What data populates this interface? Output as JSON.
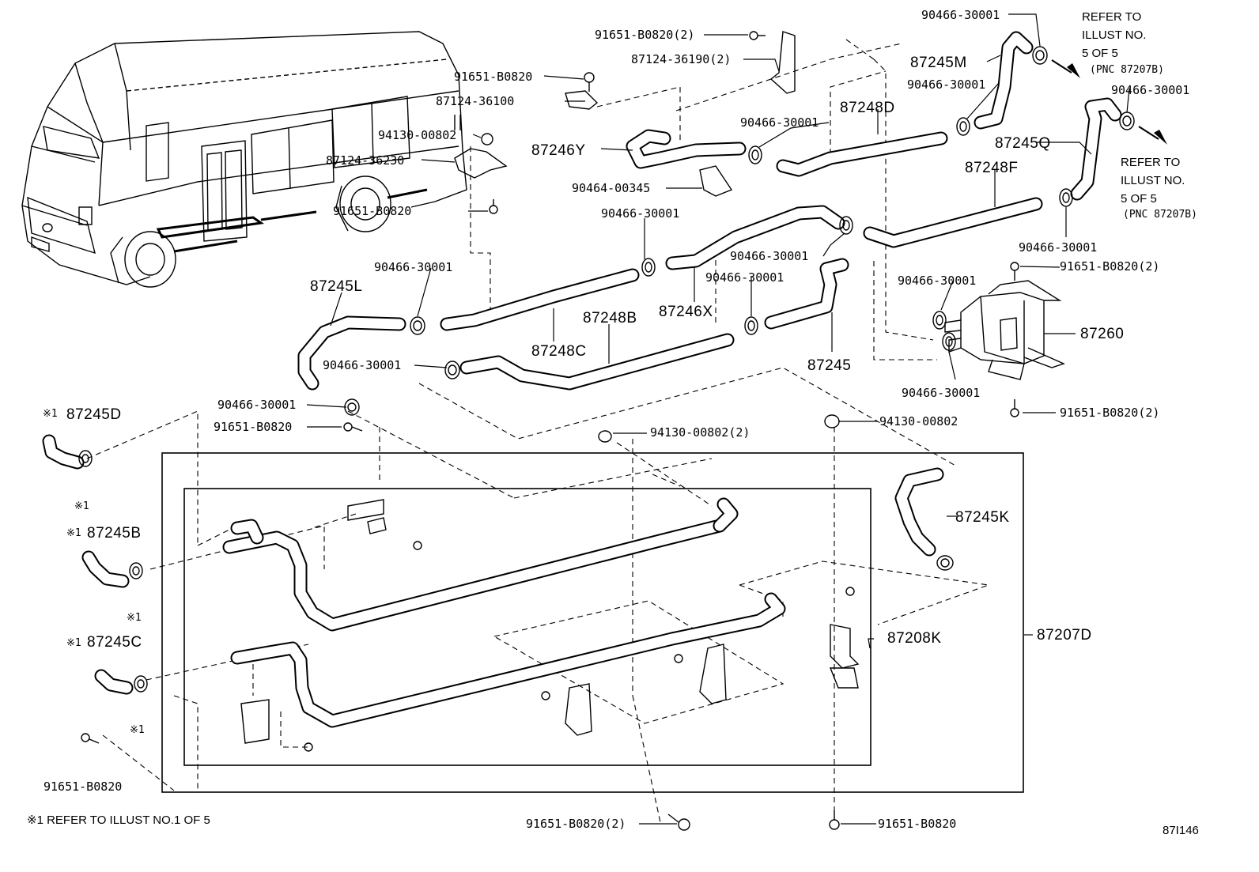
{
  "labels": {
    "p90466_top": "90466-30001",
    "refer_top_1": "REFER TO",
    "refer_top_2": "ILLUST NO.",
    "refer_top_3": "5 OF 5",
    "refer_top_4": "(PNC 87207B)",
    "p91651_b0820_2_top": "91651-B0820(2)",
    "p87124_36190": "87124-36190(2)",
    "p87245M": "87245M",
    "p90466_m": "90466-30001",
    "p90466_q": "90466-30001",
    "refer_mid_1": "REFER TO",
    "refer_mid_2": "ILLUST NO.",
    "refer_mid_3": "5 OF 5",
    "refer_mid_4": "(PNC 87207B)",
    "p91651_b0820_a": "91651-B0820",
    "p87124_36100": "87124-36100",
    "p87248D": "87248D",
    "p90466_d": "90466-30001",
    "p94130_00802_a": "94130-00802",
    "p87245Q": "87245Q",
    "p87246Y": "87246Y",
    "p87124_36230": "87124-36230",
    "p87248F": "87248F",
    "p90464_00345": "90464-00345",
    "p91651_b0820_b": "91651-B0820",
    "p90466_x": "90466-30001",
    "p90466_f": "90466-30001",
    "p91651_b0820_2_r": "91651-B0820(2)",
    "p90466_c1": "90466-30001",
    "p90466_87245": "90466-30001",
    "p87245L": "87245L",
    "p90466_l": "90466-30001",
    "p87246X": "87246X",
    "p87248B": "87248B",
    "p90466_r1": "90466-30001",
    "p87260": "87260",
    "p87248C": "87248C",
    "p87245": "87245",
    "p90466_b": "90466-30001",
    "p90466_r2": "90466-30001",
    "p87245D": "87245D",
    "p90466_lower": "90466-30001",
    "p91651_b0820_c": "91651-B0820",
    "p94130_00802_2": "94130-00802(2)",
    "p94130_00802_b": "94130-00802",
    "p91651_b0820_2_lowr": "91651-B0820(2)",
    "mark1": "※1",
    "p87245K": "87245K",
    "p87245B": "87245B",
    "p87208K": "87208K",
    "p87207D": "87207D",
    "p87245C": "87245C",
    "p91651_b0820_d": "91651-B0820",
    "p91651_b0820_2_bot": "91651-B0820(2)",
    "p91651_b0820_e": "91651-B0820",
    "footnote": "※1 REFER TO ILLUST NO.1 OF 5",
    "illust_code": "87I146"
  }
}
